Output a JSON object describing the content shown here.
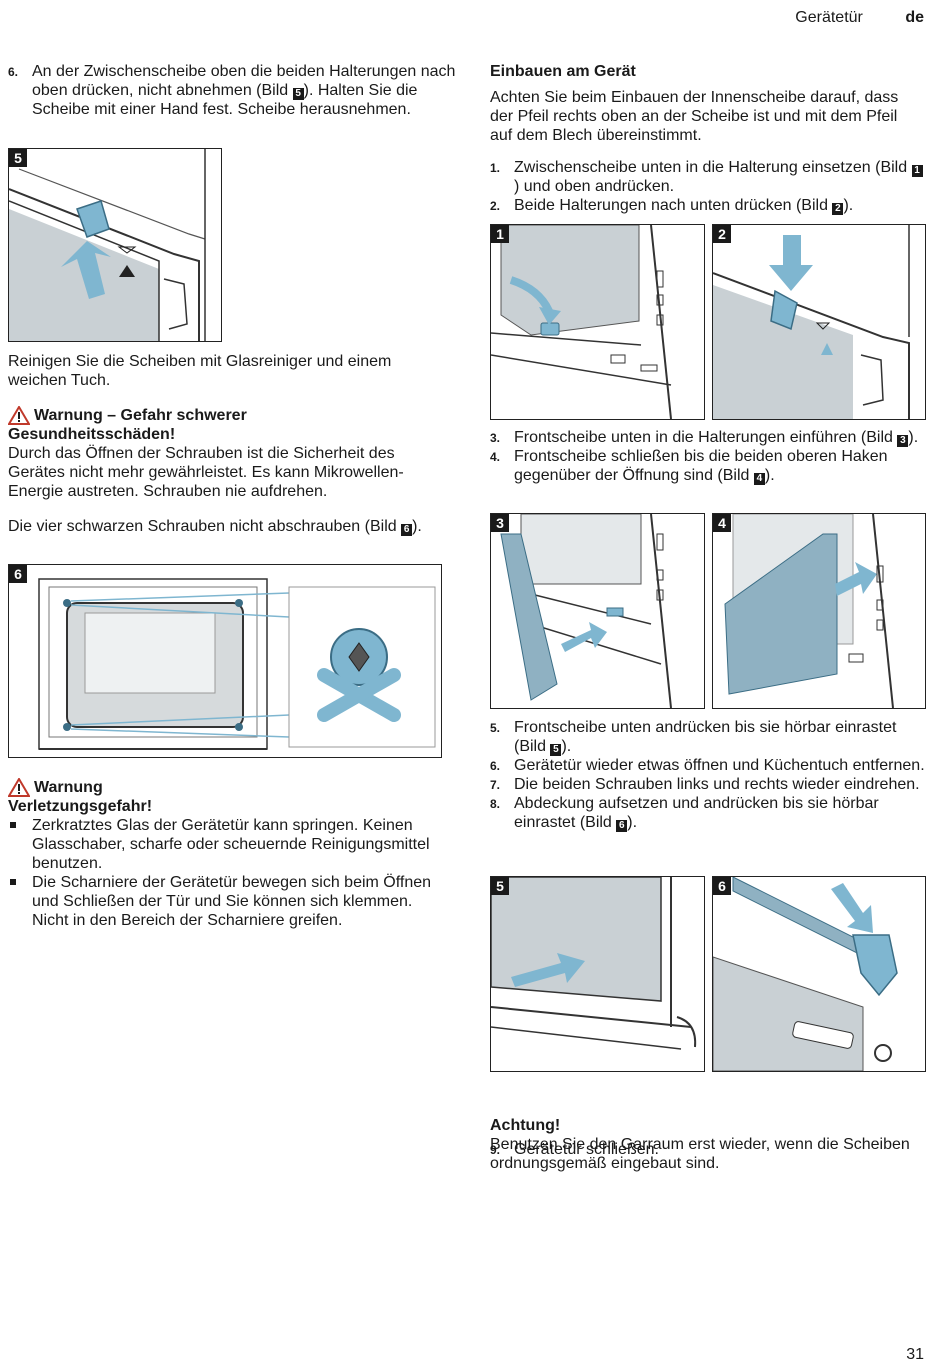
{
  "header": {
    "section": "Gerätetür",
    "lang": "de"
  },
  "page_number": "31",
  "left": {
    "step6": {
      "num": "6.",
      "text_a": "An der Zwischenscheibe oben die beiden Halterungen nach oben drücken, nicht abnehmen (Bild ",
      "ref": "5",
      "text_b": "). Halten Sie die Scheibe mit einer Hand fest. Scheibe herausnehmen."
    },
    "fig5_label": "5",
    "clean_text": "Reinigen Sie die Scheiben mit Glasreiniger und einem weichen Tuch.",
    "warning1": {
      "title_a": "Warnung – Gefahr schwerer",
      "title_b": "Gesundheitsschäden!",
      "body": "Durch das Öffnen der Schrauben ist die Sicherheit des Gerätes nicht mehr gewährleistet. Es kann Mikrowellen-Energie austreten. Schrauben nie aufdrehen."
    },
    "screws": {
      "text_a": "Die vier schwarzen Schrauben nicht abschrauben (Bild ",
      "ref": "6",
      "text_b": ")."
    },
    "fig6_label": "6",
    "warning2": {
      "title_a": "Warnung",
      "title_b": "Verletzungsgefahr!",
      "bullets": [
        "Zerkratztes Glas der Gerätetür kann springen. Keinen Glasschaber, scharfe oder scheuernde Reinigungsmittel benutzen.",
        "Die Scharniere der Gerätetür bewegen sich beim Öffnen und Schließen der Tür und Sie können sich klemmen. Nicht in den Bereich der Scharniere greifen."
      ]
    }
  },
  "right": {
    "heading": "Einbauen am Gerät",
    "intro": "Achten Sie beim Einbauen der Innenscheibe darauf, dass der Pfeil rechts oben an der Scheibe ist und mit dem Pfeil auf dem Blech übereinstimmt.",
    "steps_a": [
      {
        "num": "1.",
        "text_a": "Zwischenscheibe unten in die Halterung einsetzen (Bild ",
        "ref": "1",
        "text_b": ") und oben andrücken."
      },
      {
        "num": "2.",
        "text_a": "Beide Halterungen nach unten drücken (Bild ",
        "ref": "2",
        "text_b": ")."
      }
    ],
    "fig_labels_a": [
      "1",
      "2"
    ],
    "steps_b": [
      {
        "num": "3.",
        "text_a": "Frontscheibe unten in die Halterungen einführen (Bild ",
        "ref": "3",
        "text_b": ")."
      },
      {
        "num": "4.",
        "text_a": "Frontscheibe schließen bis die beiden oberen Haken gegenüber der Öffnung sind (Bild ",
        "ref": "4",
        "text_b": ")."
      }
    ],
    "fig_labels_b": [
      "3",
      "4"
    ],
    "steps_c": [
      {
        "num": "5.",
        "text_a": "Frontscheibe unten andrücken bis sie hörbar einrastet (Bild ",
        "ref": "5",
        "text_b": ")."
      },
      {
        "num": "6.",
        "text_a": "Gerätetür wieder etwas öffnen und Küchentuch entfernen.",
        "ref": "",
        "text_b": ""
      },
      {
        "num": "7.",
        "text_a": "Die beiden Schrauben links und rechts wieder eindrehen.",
        "ref": "",
        "text_b": ""
      },
      {
        "num": "8.",
        "text_a": "Abdeckung aufsetzen und andrücken bis sie hörbar einrastet (Bild ",
        "ref": "6",
        "text_b": ")."
      }
    ],
    "fig_labels_c": [
      "5",
      "6"
    ],
    "step9": {
      "num": "9.",
      "text": "Gerätetür schließen."
    },
    "attention": {
      "title": "Achtung!",
      "body": "Benutzen Sie den Garraum erst wieder, wenn die Scheiben ordnungsgemäß eingebaut sind."
    }
  },
  "colors": {
    "arrow": "#7fb6d0",
    "glass": "#c9d0d4",
    "text": "#1a1a1a"
  }
}
